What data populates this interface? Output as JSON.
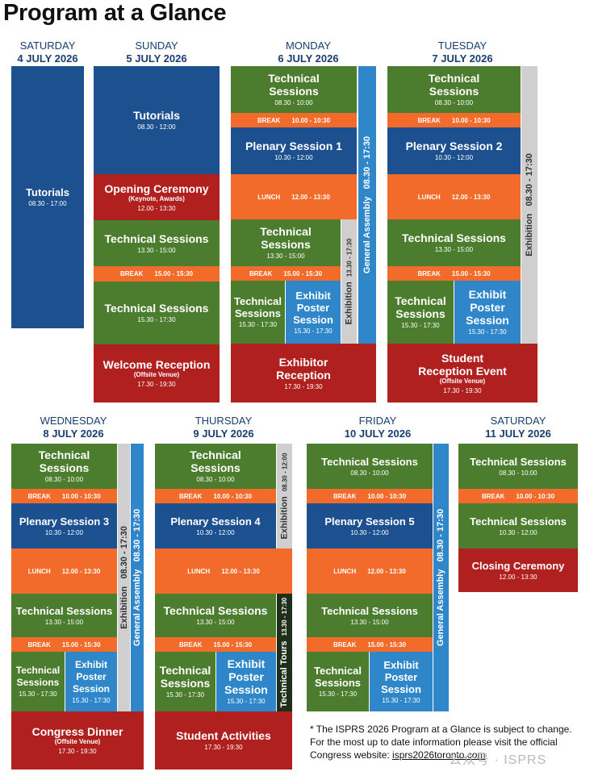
{
  "title": "Program at a Glance",
  "days": [
    {
      "name": "SATURDAY",
      "date": "4 JULY 2026"
    },
    {
      "name": "SUNDAY",
      "date": "5 JULY 2026"
    },
    {
      "name": "MONDAY",
      "date": "6 JULY 2026"
    },
    {
      "name": "TUESDAY",
      "date": "7 JULY 2026"
    },
    {
      "name": "WEDNESDAY",
      "date": "8 JULY 2026"
    },
    {
      "name": "THURSDAY",
      "date": "9 JULY 2026"
    },
    {
      "name": "FRIDAY",
      "date": "10 JULY 2026"
    },
    {
      "name": "SATURDAY",
      "date": "11 JULY 2026"
    }
  ],
  "labels": {
    "tutorials": "Tutorials",
    "technical_sessions": "Technical Sessions",
    "technical_sessions_2l": "Technical\nSessions",
    "break": "BREAK",
    "lunch": "LUNCH",
    "opening_ceremony": "Opening Ceremony",
    "opening_sub": "(Keynote, Awards)",
    "welcome_reception": "Welcome Reception",
    "offsite": "(Offsite Venue)",
    "plenary1": "Plenary Session 1",
    "plenary2": "Plenary Session 2",
    "plenary3": "Plenary Session 3",
    "plenary4": "Plenary Session 4",
    "plenary5": "Plenary Session 5",
    "exhibit_poster": "Exhibit\nPoster\nSession",
    "exhibitor_reception": "Exhibitor\nReception",
    "student_reception": "Student\nReception Event",
    "student_activities": "Student Activities",
    "congress_dinner": "Congress Dinner",
    "closing_ceremony": "Closing Ceremony",
    "exhibition": "Exhibition",
    "general_assembly": "General Assembly",
    "technical_tours": "Technical Tours"
  },
  "times": {
    "t0830_1700": "08.30 - 17:00",
    "t0830_1200": "08.30 - 12:00",
    "t0830_1000": "08.30 - 10:00",
    "t1000_1030": "10.00 - 10:30",
    "t1030_1200": "10.30 - 12:00",
    "t1200_1330": "12.00 - 13:30",
    "t1330_1500": "13.30 - 15:00",
    "t1500_1530": "15.00 - 15:30",
    "t1530_1730": "15.30 - 17:30",
    "t1730_1930": "17.30 - 19:30",
    "t0830_1730": "08.30 - 17:30",
    "t1330_1730": "13.30 - 17:30"
  },
  "note": {
    "line1": "* The ISPRS 2026 Program at a Glance is subject to change.",
    "line2": "For the most up to date information please visit the official",
    "line3_prefix": "Congress website: ",
    "link": "isprs2026toronto.com"
  },
  "watermark": "公众号 · ISPRS",
  "colors": {
    "technical": "#4c7d2e",
    "plenary": "#1d508f",
    "break_lunch": "#f26b2a",
    "ceremony": "#b0201f",
    "exhibit": "#2f87c9",
    "exhibition": "#cfcfcf",
    "header": "#1a3e6e"
  }
}
